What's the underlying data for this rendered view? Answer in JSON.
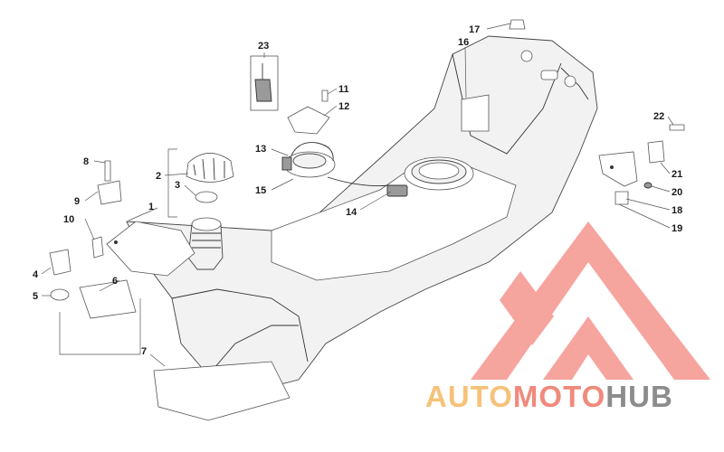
{
  "callouts": {
    "c1": "1",
    "c2": "2",
    "c3": "3",
    "c4": "4",
    "c5": "5",
    "c6": "6",
    "c7": "7",
    "c8": "8",
    "c9": "9",
    "c10": "10",
    "c11": "11",
    "c12": "12",
    "c13": "13",
    "c14": "14",
    "c15": "15",
    "c16": "16",
    "c17": "17",
    "c18": "18",
    "c19": "19",
    "c20": "20",
    "c21": "21",
    "c22": "22",
    "c23": "23"
  },
  "watermark": {
    "part1": "AUTO",
    "part2": "MOTO",
    "part3": "HUB",
    "color_auto": "#f6c27a",
    "color_moto": "#f08a7c",
    "color_hub": "#8c8c8c",
    "logo_color": "#f05a50"
  }
}
